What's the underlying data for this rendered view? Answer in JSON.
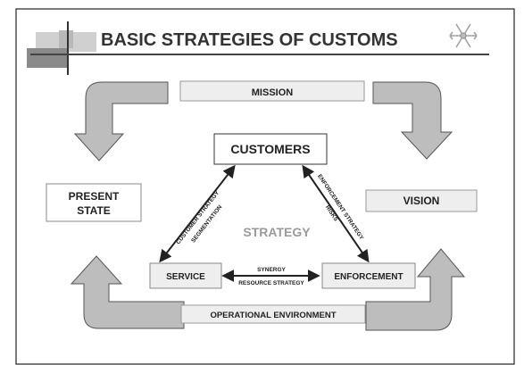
{
  "slide": {
    "title": "BASIC STRATEGIES OF CUSTOMS"
  },
  "diagram": {
    "mission": "MISSION",
    "customers": "CUSTOMERS",
    "present_state_line1": "PRESENT",
    "present_state_line2": "STATE",
    "vision": "VISION",
    "strategy": "STRATEGY",
    "service": "SERVICE",
    "enforcement": "ENFORCEMENT",
    "operational_environment": "OPERATIONAL ENVIRONMENT",
    "left_edge_label_1": "CUSTOMER STRATEGY",
    "left_edge_label_2": "SEGMENTATION",
    "right_edge_label_1": "ENFORCEMENT STRATEGY",
    "right_edge_label_2": "RISKS",
    "bottom_edge_label_1": "SYNERGY",
    "bottom_edge_label_2": "RESOURCE STRATEGY"
  },
  "colors": {
    "box_fill": "#eeeeee",
    "arrow_fill": "#bdbdbd",
    "arrow_stroke": "#555555",
    "title_text": "#333333",
    "strategy_text": "#9a9a9a",
    "dark_line": "#222222"
  }
}
